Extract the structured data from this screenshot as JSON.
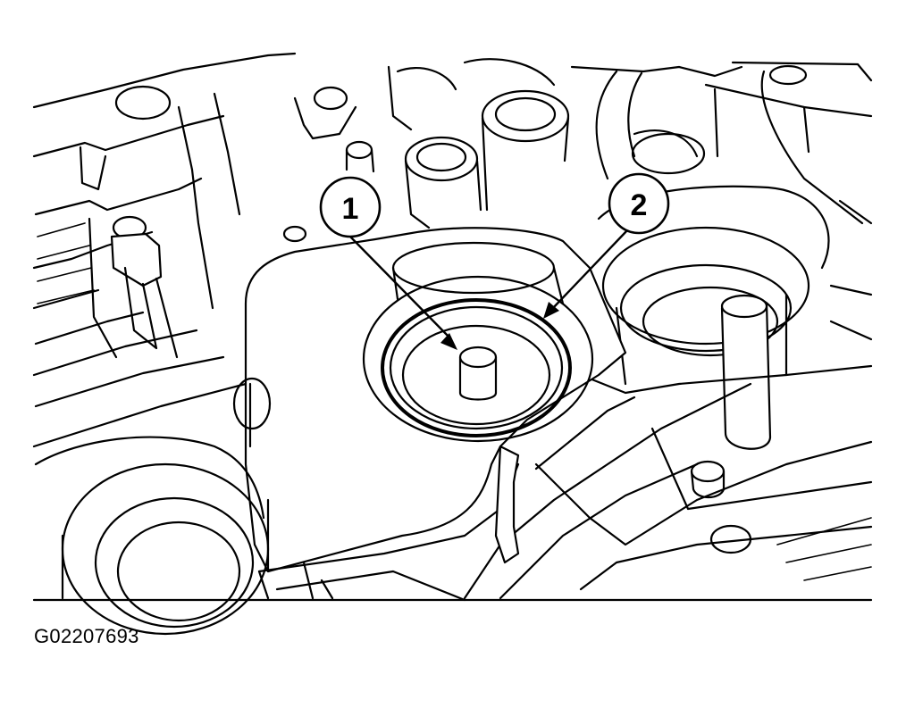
{
  "figure": {
    "code": "G02207693",
    "callouts": [
      {
        "number": "1",
        "label": ""
      },
      {
        "number": "2",
        "label": ""
      }
    ]
  },
  "colors": {
    "line": "#000000",
    "background": "#ffffff"
  }
}
